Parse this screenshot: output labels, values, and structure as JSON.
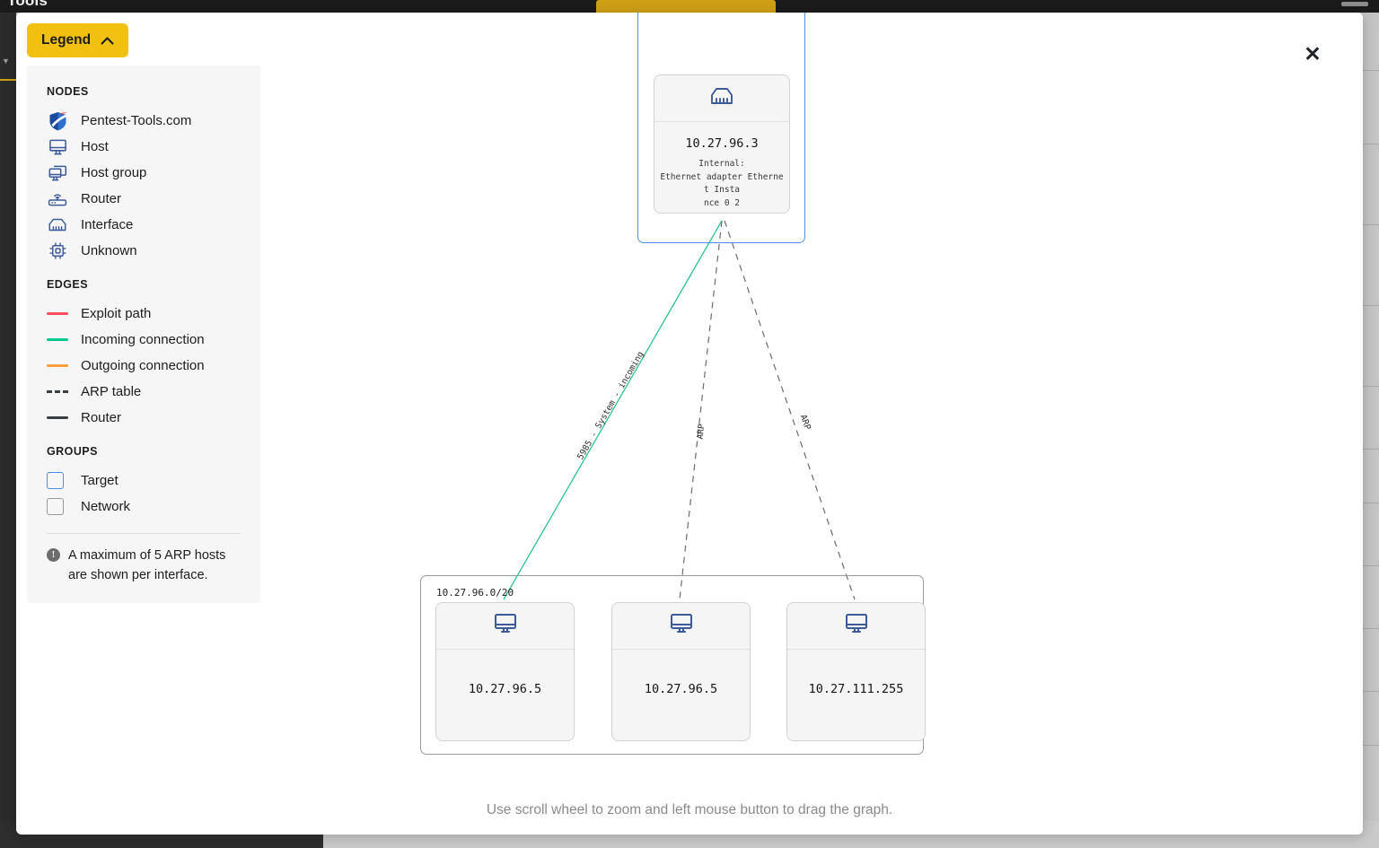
{
  "background": {
    "topbar_title": "Tools",
    "colors": {
      "rail": "#2b2b2b",
      "accent": "#cfa016",
      "page_bg": "#c9c9c9"
    }
  },
  "modal": {
    "close_icon": "close-icon",
    "close_label": "✕"
  },
  "legend": {
    "button_label": "Legend",
    "button_chevron": "⌃",
    "button_color": "#f2c010",
    "sections": {
      "nodes_title": "NODES",
      "edges_title": "EDGES",
      "groups_title": "GROUPS"
    },
    "nodes": [
      {
        "label": "Pentest-Tools.com",
        "icon": "shield-logo-icon"
      },
      {
        "label": "Host",
        "icon": "monitor-icon"
      },
      {
        "label": "Host group",
        "icon": "monitor-stack-icon"
      },
      {
        "label": "Router",
        "icon": "router-icon"
      },
      {
        "label": "Interface",
        "icon": "ethernet-port-icon"
      },
      {
        "label": "Unknown",
        "icon": "chip-icon"
      }
    ],
    "edges": [
      {
        "label": "Exploit path",
        "color": "#fc4d5c",
        "style": "solid"
      },
      {
        "label": "Incoming connection",
        "color": "#00c88c",
        "style": "solid"
      },
      {
        "label": "Outgoing connection",
        "color": "#f9a03c",
        "style": "solid"
      },
      {
        "label": "ARP table",
        "color": "#3a3f44",
        "style": "dashed"
      },
      {
        "label": "Router",
        "color": "#3a3f44",
        "style": "solid"
      }
    ],
    "groups": [
      {
        "label": "Target",
        "border_color": "#4a90e2"
      },
      {
        "label": "Network",
        "border_color": "#9a9a9a"
      }
    ],
    "note": "A maximum of 5 ARP hosts are shown per interface.",
    "note_icon": "info-icon"
  },
  "graph": {
    "hint": "Use scroll wheel to zoom and left mouse button to drag the graph.",
    "target_group": {
      "label": "",
      "border_color": "#4a90e2"
    },
    "network_group": {
      "label": "10.27.96.0/20",
      "border_color": "#9a9a9a"
    },
    "interface_node": {
      "icon": "ethernet-port-icon",
      "ip": "10.27.96.3",
      "detail_line1": "Internal:",
      "detail_line2": "Ethernet adapter Ethernet Insta",
      "detail_line3": "nce 0 2"
    },
    "hosts": [
      {
        "icon": "monitor-icon",
        "ip": "10.27.96.5"
      },
      {
        "icon": "monitor-icon",
        "ip": "10.27.96.5"
      },
      {
        "icon": "monitor-icon",
        "ip": "10.27.111.255"
      }
    ],
    "edges": [
      {
        "label": "5985 - System - incoming",
        "color": "#2bc48a",
        "style": "solid"
      },
      {
        "label": "ARP",
        "color": "#6b6b6b",
        "style": "dashed"
      },
      {
        "label": "ARP",
        "color": "#6b6b6b",
        "style": "dashed"
      }
    ]
  }
}
